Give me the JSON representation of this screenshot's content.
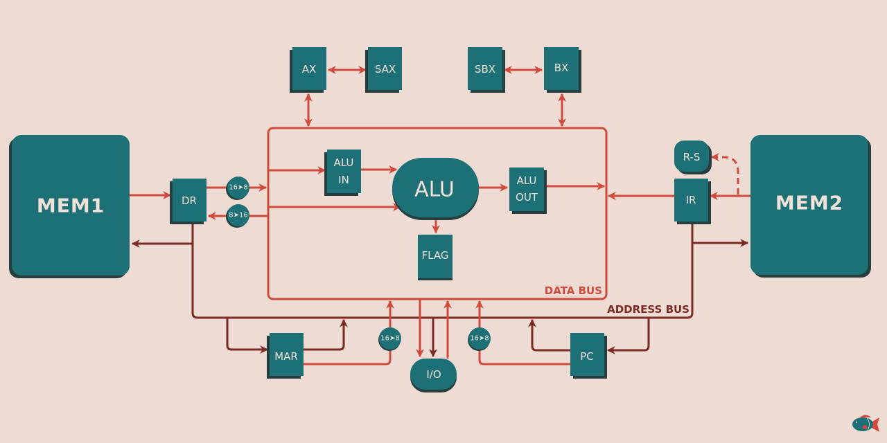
{
  "diagram": {
    "title": "CPU architecture block diagram",
    "colors": {
      "background": "#eedcd4",
      "component": "#1d7176",
      "component_shadow": "#263f3e",
      "component_text": "#f0e2d9",
      "data_bus": "#cf4a3b",
      "address_bus": "#7a2b23"
    },
    "components": {
      "mem1": "MEM1",
      "mem2": "MEM2",
      "dr": "DR",
      "ax": "AX",
      "sax": "SAX",
      "sbx": "SBX",
      "bx": "BX",
      "alu_in": [
        "ALU",
        "IN"
      ],
      "alu": "ALU",
      "alu_out": [
        "ALU",
        "OUT"
      ],
      "flag": "FLAG",
      "rs": "R-S",
      "ir": "IR",
      "mar": "MAR",
      "pc": "PC",
      "io": "I/O"
    },
    "converters": {
      "dr_out": "16➤8",
      "dr_in": "8➤16",
      "mar_out": "16➤8",
      "pc_out": "16➤8"
    },
    "buses": {
      "data_bus": "DATA BUS",
      "address_bus": "ADDRESS BUS"
    },
    "logo": {
      "icon": "fish-icon"
    }
  }
}
